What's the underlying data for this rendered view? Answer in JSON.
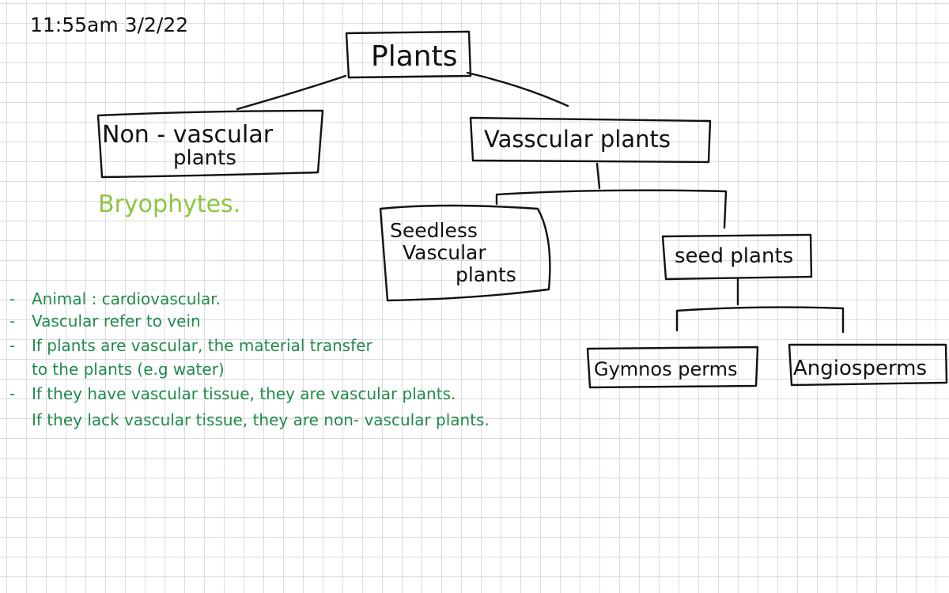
{
  "timestamp": "11:55am  3/2/22",
  "colors": {
    "ink": "#111111",
    "green_notes": "#1f8a4c",
    "lime_label": "#8cc63f",
    "grid": "#dcdcdc"
  },
  "tree": {
    "root": "Plants",
    "non_vascular": {
      "line1": "Non - vascular",
      "line2": "plants",
      "example": "Bryophytes."
    },
    "vascular": "Vasscular plants",
    "seedless": {
      "line1": "Seedless",
      "line2": "Vascular",
      "line3": "plants"
    },
    "seed_plants": "seed plants",
    "gymnosperms": "Gymnos perms",
    "angiosperms": "Angiosperms"
  },
  "notes": [
    {
      "bullet": "-",
      "text": "Animal : cardiovascular."
    },
    {
      "bullet": "-",
      "text": "Vascular refer to vein"
    },
    {
      "bullet": "-",
      "text": "If plants are vascular, the material transfer"
    },
    {
      "bullet": "",
      "text": "to the plants (e.g water)"
    },
    {
      "bullet": "-",
      "text": "If they have vascular tissue, they are vascular plants."
    },
    {
      "bullet": "",
      "text": "If they lack vascular tissue, they are non- vascular plants."
    }
  ]
}
